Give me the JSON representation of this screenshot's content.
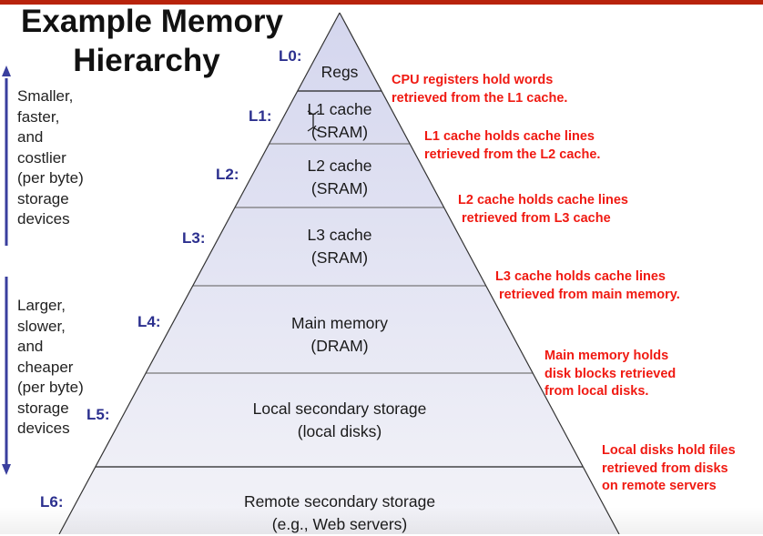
{
  "title": {
    "line1": "Example Memory",
    "line2": "Hierarchy"
  },
  "up_arrow_text": [
    "Smaller,",
    "faster,",
    "and",
    "costlier",
    "(per byte)",
    "storage",
    "devices"
  ],
  "down_arrow_text": [
    "Larger,",
    "slower,",
    "and",
    "cheaper",
    "(per byte)",
    "storage",
    "devices"
  ],
  "levels": [
    {
      "label": "L0:",
      "line1": "Regs",
      "line2": ""
    },
    {
      "label": "L1:",
      "line1": "L1 cache",
      "line2": "(SRAM)"
    },
    {
      "label": "L2:",
      "line1": "L2 cache",
      "line2": "(SRAM)"
    },
    {
      "label": "L3:",
      "line1": "L3 cache",
      "line2": "(SRAM)"
    },
    {
      "label": "L4:",
      "line1": "Main memory",
      "line2": "(DRAM)"
    },
    {
      "label": "L5:",
      "line1": "Local secondary storage",
      "line2": "(local disks)"
    },
    {
      "label": "L6:",
      "line1": "Remote secondary storage",
      "line2": "(e.g., Web servers)"
    }
  ],
  "notes": [
    "CPU registers hold words\nretrieved from the L1 cache.",
    "L1 cache holds cache lines\nretrieved from the L2 cache.",
    "L2 cache holds cache lines\n retrieved from L3 cache",
    "L3 cache holds cache lines\n retrieved from main memory.",
    "Main memory holds\ndisk blocks retrieved\nfrom local disks.",
    "Local disks hold files\nretrieved from disks\non remote servers"
  ],
  "colors": {
    "accent_bar": "#b8230c",
    "level_label": "#2b2f8e",
    "note_text": "#f01a12",
    "arrow": "#3a3f9e",
    "pyramid_fill_top": "#d4d6ee",
    "pyramid_fill_bottom": "#f3f3f8"
  }
}
